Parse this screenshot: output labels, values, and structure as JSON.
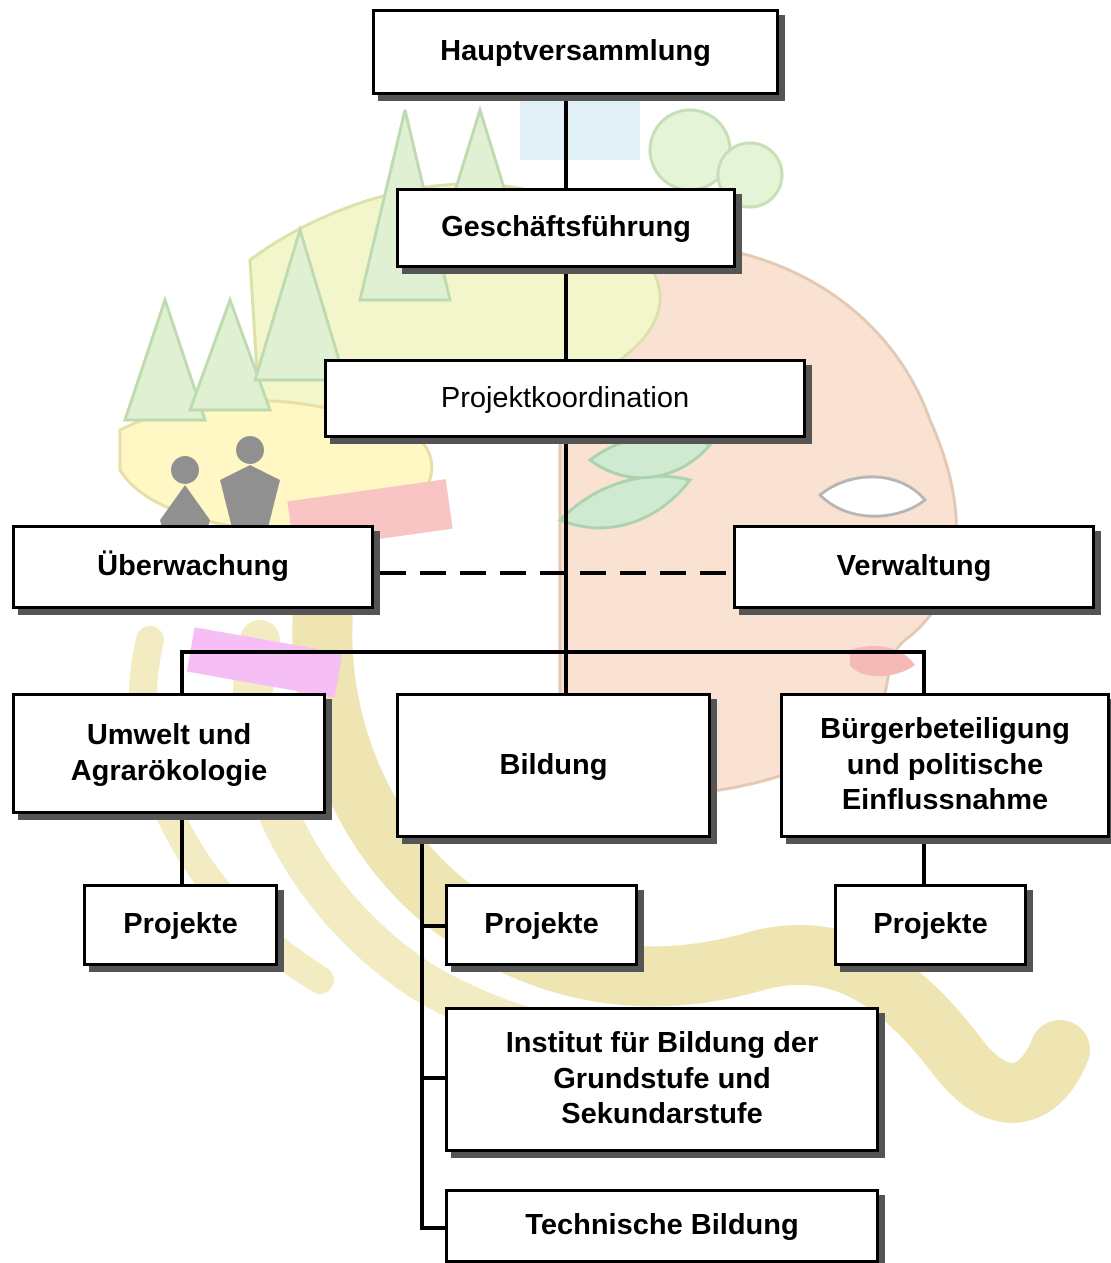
{
  "org_chart": {
    "top": "Hauptversammlung",
    "management": "Geschäftsführung",
    "coordination": "Projektkoordination",
    "oversight": "Überwachung",
    "administration": "Verwaltung",
    "departments": {
      "environment": "Umwelt und\nAgrarökologie",
      "education": "Bildung",
      "participation": "Bürgerbeteiligung\nund politische\nEinflussnahme"
    },
    "projects": {
      "environment": "Projekte",
      "education": "Projekte",
      "participation": "Projekte"
    },
    "education_units": {
      "institute": "Institut für  Bildung der\nGrundstufe und\nSekundarstufe",
      "technical": "Technische Bildung"
    }
  },
  "colors": {
    "box_fill": "#ffffff",
    "box_border": "#000000",
    "box_shadow": "#555555",
    "connector": "#000000",
    "background_art": "faded watercolor illustration (trees, people, books, face with leaves)"
  }
}
